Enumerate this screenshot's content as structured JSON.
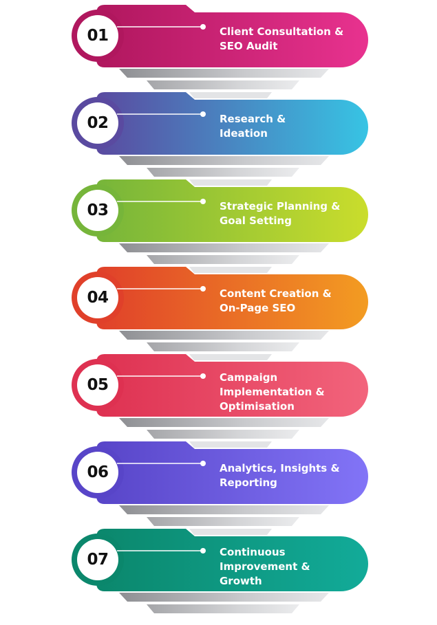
{
  "steps": [
    {
      "number": "01",
      "lines": [
        "Client Consultation &",
        "SEO Audit"
      ],
      "color_start": "#b0175e",
      "color_end": "#e8328f"
    },
    {
      "number": "02",
      "lines": [
        "Research &",
        "Ideation"
      ],
      "color_start": "#5a4aa0",
      "color_end": "#37c4e4"
    },
    {
      "number": "03",
      "lines": [
        "Strategic Planning &",
        "Goal Setting"
      ],
      "color_start": "#76b53a",
      "color_end": "#cadd2c"
    },
    {
      "number": "04",
      "lines": [
        "Content Creation &",
        "On-Page SEO"
      ],
      "color_start": "#e0402a",
      "color_end": "#f39c22"
    },
    {
      "number": "05",
      "lines": [
        "Campaign",
        "Implementation &",
        "Optimisation"
      ],
      "color_start": "#de3151",
      "color_end": "#f2647c"
    },
    {
      "number": "06",
      "lines": [
        "Analytics, Insights &",
        "Reporting"
      ],
      "color_start": "#5845c8",
      "color_end": "#8274f7"
    },
    {
      "number": "07",
      "lines": [
        "Continuous",
        "Improvement &",
        "Growth"
      ],
      "color_start": "#0b876c",
      "color_end": "#12ab99"
    }
  ]
}
